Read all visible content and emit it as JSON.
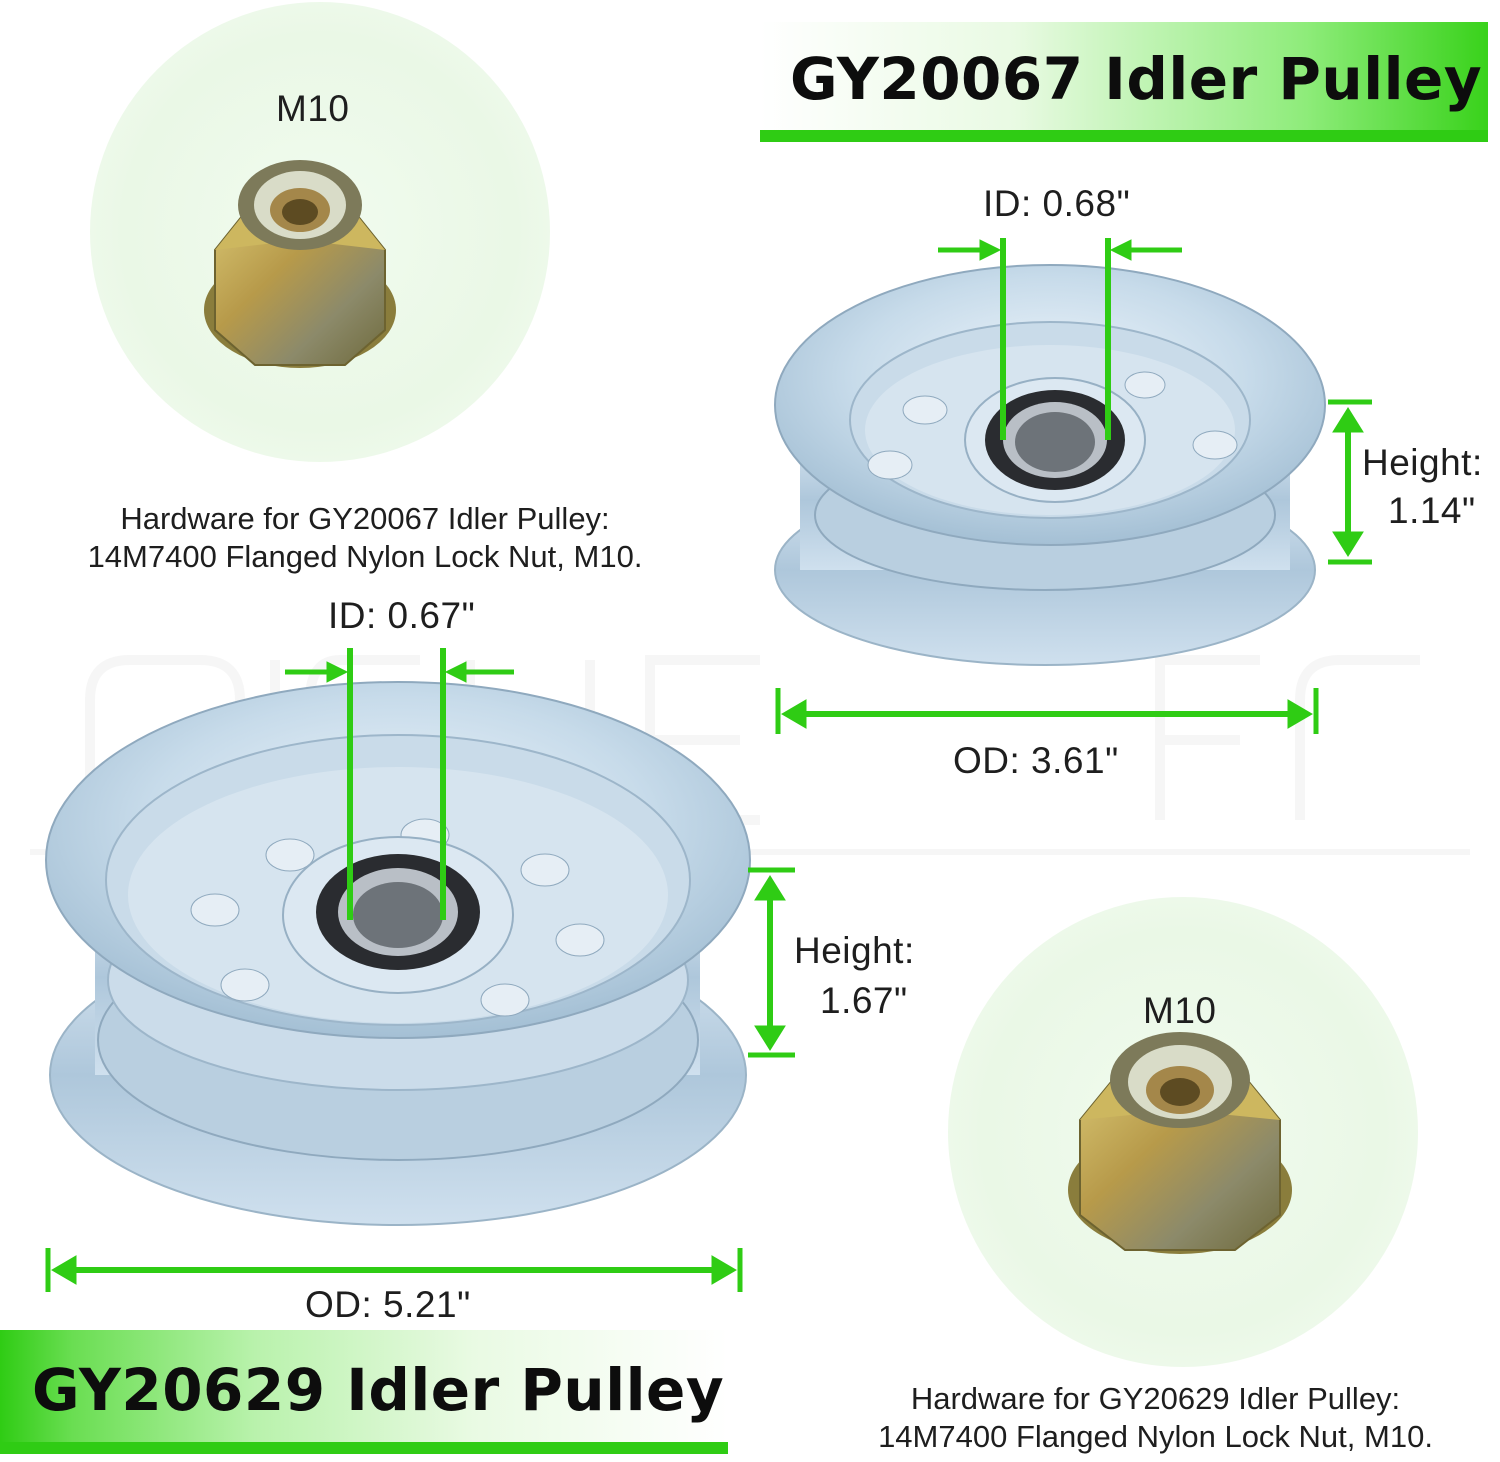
{
  "top_banner": {
    "title": "GY20067 Idler Pulley"
  },
  "bottom_banner": {
    "title": "GY20629 Idler Pulley"
  },
  "top_nut": {
    "label": "M10"
  },
  "bottom_nut": {
    "label": "M10"
  },
  "hardware_top": {
    "line1": "Hardware for GY20067 Idler Pulley:",
    "line2": "14M7400 Flanged Nylon Lock Nut, M10."
  },
  "hardware_bottom": {
    "line1": "Hardware for GY20629 Idler Pulley:",
    "line2": "14M7400 Flanged Nylon Lock Nut, M10."
  },
  "small_pulley": {
    "id_label": "ID: 0.68\"",
    "height_label_1": "Height:",
    "height_label_2": "1.14\"",
    "od_label": "OD: 3.61\""
  },
  "large_pulley": {
    "id_label": "ID: 0.67\"",
    "height_label_1": "Height:",
    "height_label_2": "1.67\"",
    "od_label": "OD: 5.21\""
  },
  "colors": {
    "accent_green": "#2fcc14",
    "metal": "#c9dcea"
  }
}
